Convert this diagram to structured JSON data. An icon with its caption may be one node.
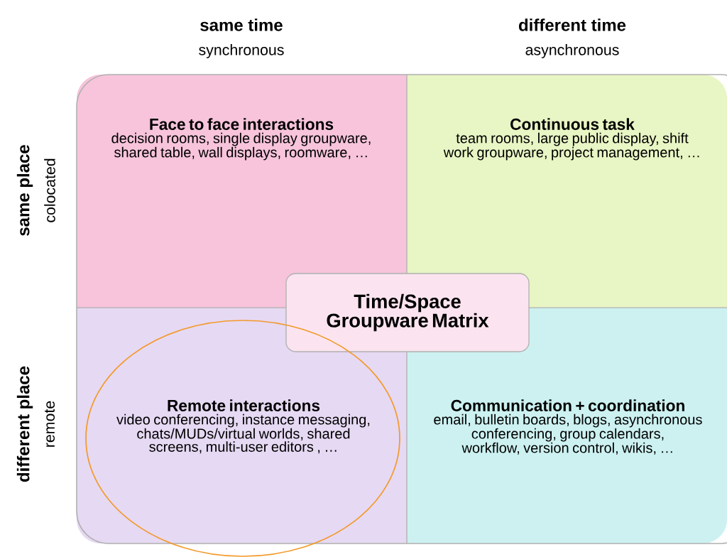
{
  "diagram": {
    "nodes": [
      {
        "text": [
          "Face to face interactions",
          "decision rooms, single display groupware, shared table, wall displays, roomware, …"
        ]
      },
      {
        "text": [
          "Continuous task",
          "team rooms, large public display, shift work groupware, project management, …"
        ]
      },
      {
        "text": [
          "Remote interactions",
          "video conferencing, instance messaging, chats/MUDs/virtual worlds, shared screens, multi-user editors , …"
        ]
      },
      {
        "text": [
          "Communication + coordination",
          "email, bulletin boards, blogs, asynchronous conferencing, group calendars, workflow, version control, wikis, …"
        ]
      },
      {
        "text": [
          "Time/Space Groupware Matrix"
        ]
      }
    ],
    "labels": [
      "same time",
      "synchronous",
      "different time",
      "asynchronous",
      "same place",
      "colocated",
      "different place",
      "remote"
    ]
  }
}
